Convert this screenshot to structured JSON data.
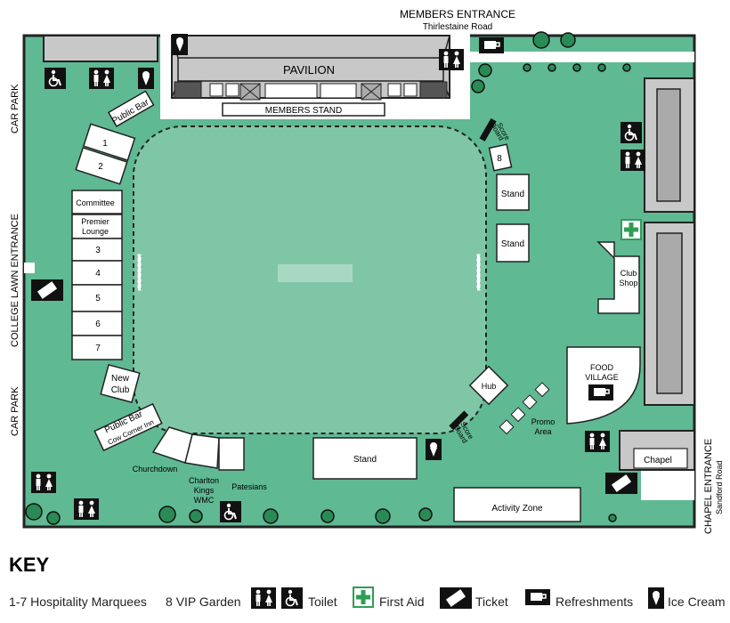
{
  "map": {
    "entrances": {
      "members": "MEMBERS ENTRANCE",
      "members_road": "Thirlestaine Road",
      "college_lawn": "COLLEGE LAWN ENTRANCE",
      "chapel": "CHAPEL ENTRANCE",
      "chapel_road": "Sandford Road"
    },
    "car_park": "CAR PARK",
    "buildings": {
      "pavilion": "PAVILION",
      "members_stand": "MEMBERS STAND",
      "public_bar": "Public Bar",
      "public_bar_cowcorner_1": "Public Bar",
      "public_bar_cowcorner_2": "Cow Corner Inn",
      "committee": "Committee",
      "premier_lounge_1": "Premier",
      "premier_lounge_2": "Lounge",
      "new_club_1": "New",
      "new_club_2": "Club",
      "stand": "Stand",
      "club_shop_1": "Club",
      "club_shop_2": "Shop",
      "food_village_1": "FOOD",
      "food_village_2": "VILLAGE",
      "chapel": "Chapel",
      "hub": "Hub",
      "promo_area_1": "Promo",
      "promo_area_2": "Area",
      "score_board_1": "Score",
      "score_board_2": "Board",
      "activity_zone": "Activity Zone",
      "churchdown": "Churchdown",
      "charlton_kings_1": "Charlton",
      "charlton_kings_2": "Kings",
      "charlton_kings_3": "WMC",
      "patesians": "Patesians"
    },
    "marquees": [
      "1",
      "2",
      "3",
      "4",
      "5",
      "6",
      "7"
    ],
    "vip_garden": "8"
  },
  "key": {
    "title": "KEY",
    "items": [
      {
        "num": "1-7",
        "label": "Hospitality Marquees"
      },
      {
        "num": "8",
        "label": "VIP Garden"
      },
      {
        "num": "",
        "label": "Toilet"
      },
      {
        "num": "",
        "label": "First Aid"
      },
      {
        "num": "",
        "label": "Ticket"
      },
      {
        "num": "",
        "label": "Refreshments"
      },
      {
        "num": "",
        "label": "Ice Cream"
      }
    ]
  },
  "colors": {
    "ground": "#5fb993",
    "outfield": "#7fc6a7",
    "pitch": "#a8d8c2",
    "building": "#c8c8c8",
    "outline": "#222222"
  },
  "icons": [
    "toilet-icon",
    "wheelchair-icon",
    "first-aid-icon",
    "ticket-icon",
    "refreshments-icon",
    "ice-cream-icon",
    "tree-icon"
  ]
}
